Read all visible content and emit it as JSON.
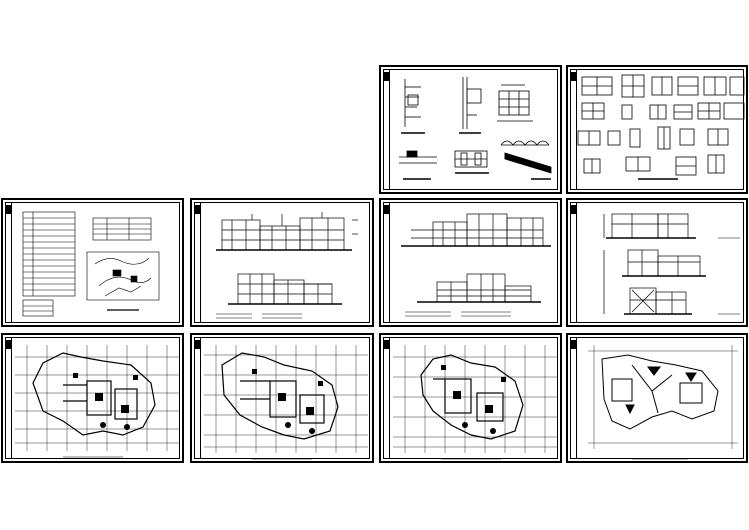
{
  "sheets": [
    {
      "id": "details-elevation",
      "type": "details"
    },
    {
      "id": "door-window-schedule",
      "type": "schedule"
    },
    {
      "id": "index-site-plan",
      "type": "index"
    },
    {
      "id": "elevations-a",
      "type": "elevation"
    },
    {
      "id": "elevations-b",
      "type": "elevation"
    },
    {
      "id": "sections",
      "type": "section"
    },
    {
      "id": "floor-plan-1",
      "type": "plan"
    },
    {
      "id": "floor-plan-2",
      "type": "plan"
    },
    {
      "id": "floor-plan-3",
      "type": "plan"
    },
    {
      "id": "roof-plan",
      "type": "plan"
    }
  ],
  "colors": {
    "ink": "#000000",
    "paper": "#ffffff"
  }
}
